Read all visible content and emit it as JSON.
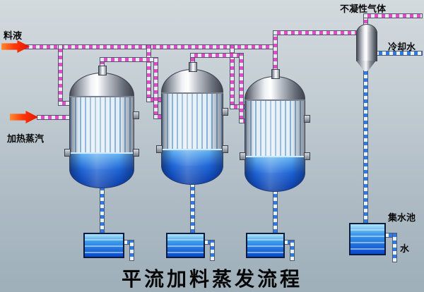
{
  "diagram": {
    "title": "平流加料蒸发流程",
    "labels": {
      "feed": "料液",
      "heating_steam": "加热蒸汽",
      "noncondensable_gas": "不凝性气体",
      "cooling_water": "冷却水",
      "collecting_pool": "集水池",
      "water": "水"
    },
    "colors": {
      "vapor_flow_dash": "#e04cc8",
      "water_flow_dash": "#2f7ae6",
      "liquid_blue": "#1d64d6",
      "arrow_red": "#ff3808",
      "background_top": "#d3dade",
      "background_bottom": "#9eafba"
    }
  }
}
